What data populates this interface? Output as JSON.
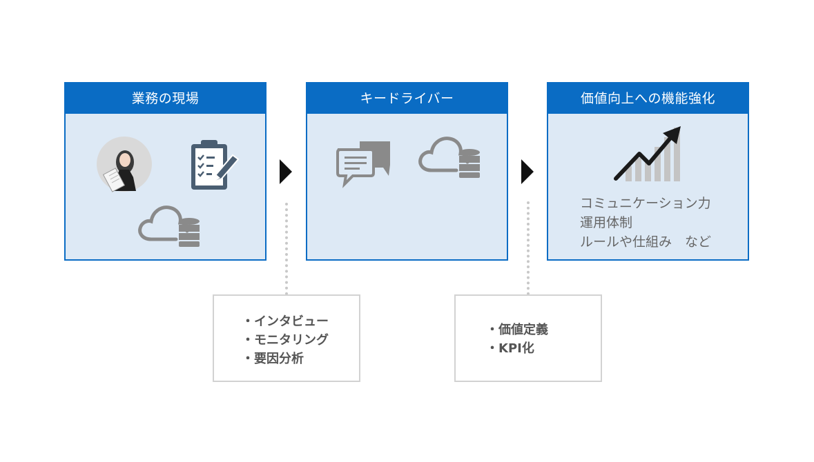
{
  "panels": [
    {
      "title": "業務の現場"
    },
    {
      "title": "キードライバー"
    },
    {
      "title": "価値向上への機能強化",
      "lines": [
        "コミュニケーション力",
        "運用体制",
        "ルールや仕組み　など"
      ]
    }
  ],
  "notes": [
    {
      "items": [
        "・インタビュー",
        "・モニタリング",
        "・要因分析"
      ]
    },
    {
      "items": [
        "・価値定義",
        "・KPI化"
      ]
    }
  ],
  "icons": {
    "panel1": [
      "person-avatar-icon",
      "clipboard-checklist-icon",
      "cloud-database-icon"
    ],
    "panel2": [
      "chat-bubbles-icon",
      "cloud-database-icon"
    ],
    "panel3": [
      "growth-chart-icon"
    ]
  },
  "colors": {
    "accent": "#0a6cc4",
    "panel_bg": "#dde9f5",
    "icon_gray": "#8a8a8a",
    "icon_slate": "#4a5e72"
  }
}
